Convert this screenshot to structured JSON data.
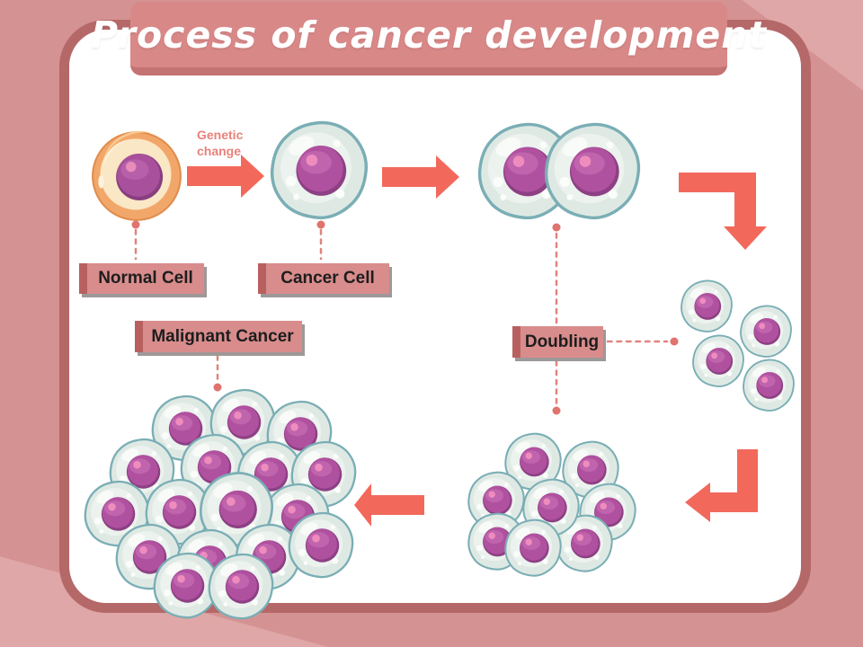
{
  "title": "Process of cancer development",
  "annotations": {
    "genetic_change": "Genetic change"
  },
  "labels": {
    "normal_cell": "Normal Cell",
    "cancer_cell": "Cancer Cell",
    "malignant_cancer": "Malignant Cancer",
    "doubling": "Doubling"
  },
  "stages": [
    {
      "name": "normal-cell",
      "cell_count": 1
    },
    {
      "name": "cancer-cell",
      "cell_count": 1
    },
    {
      "name": "two-cell-stage",
      "cell_count": 2
    },
    {
      "name": "four-cell-cluster",
      "cell_count": 4
    },
    {
      "name": "eight-cell-cluster",
      "cell_count": 8
    },
    {
      "name": "malignant-tumor",
      "cell_count": 17
    }
  ],
  "colors": {
    "background": "#d59292",
    "background_light": "#dfa7a7",
    "panel_fill": "#ffffff",
    "panel_border": "#b56868",
    "banner_fill": "#d98888",
    "banner_edge": "#c47272",
    "title_text": "#ffffff",
    "arrow": "#f2695c",
    "label_box": "#d98c8c",
    "label_edge": "#b86060",
    "label_text": "#1d1d1d",
    "connector_dots": "#e0837d",
    "genetic_change_text": "#e8827b",
    "cancer_cell_outline": "#7aaeb5",
    "cancer_cell_body": "#dfe9e4",
    "nucleus_fill": "#b0519f",
    "nucleus_rim": "#8d4084",
    "nucleus_highlight": "#ef8cbe",
    "normal_cell_outer": "#f2a76a",
    "normal_cell_inner": "#fae7c5"
  }
}
